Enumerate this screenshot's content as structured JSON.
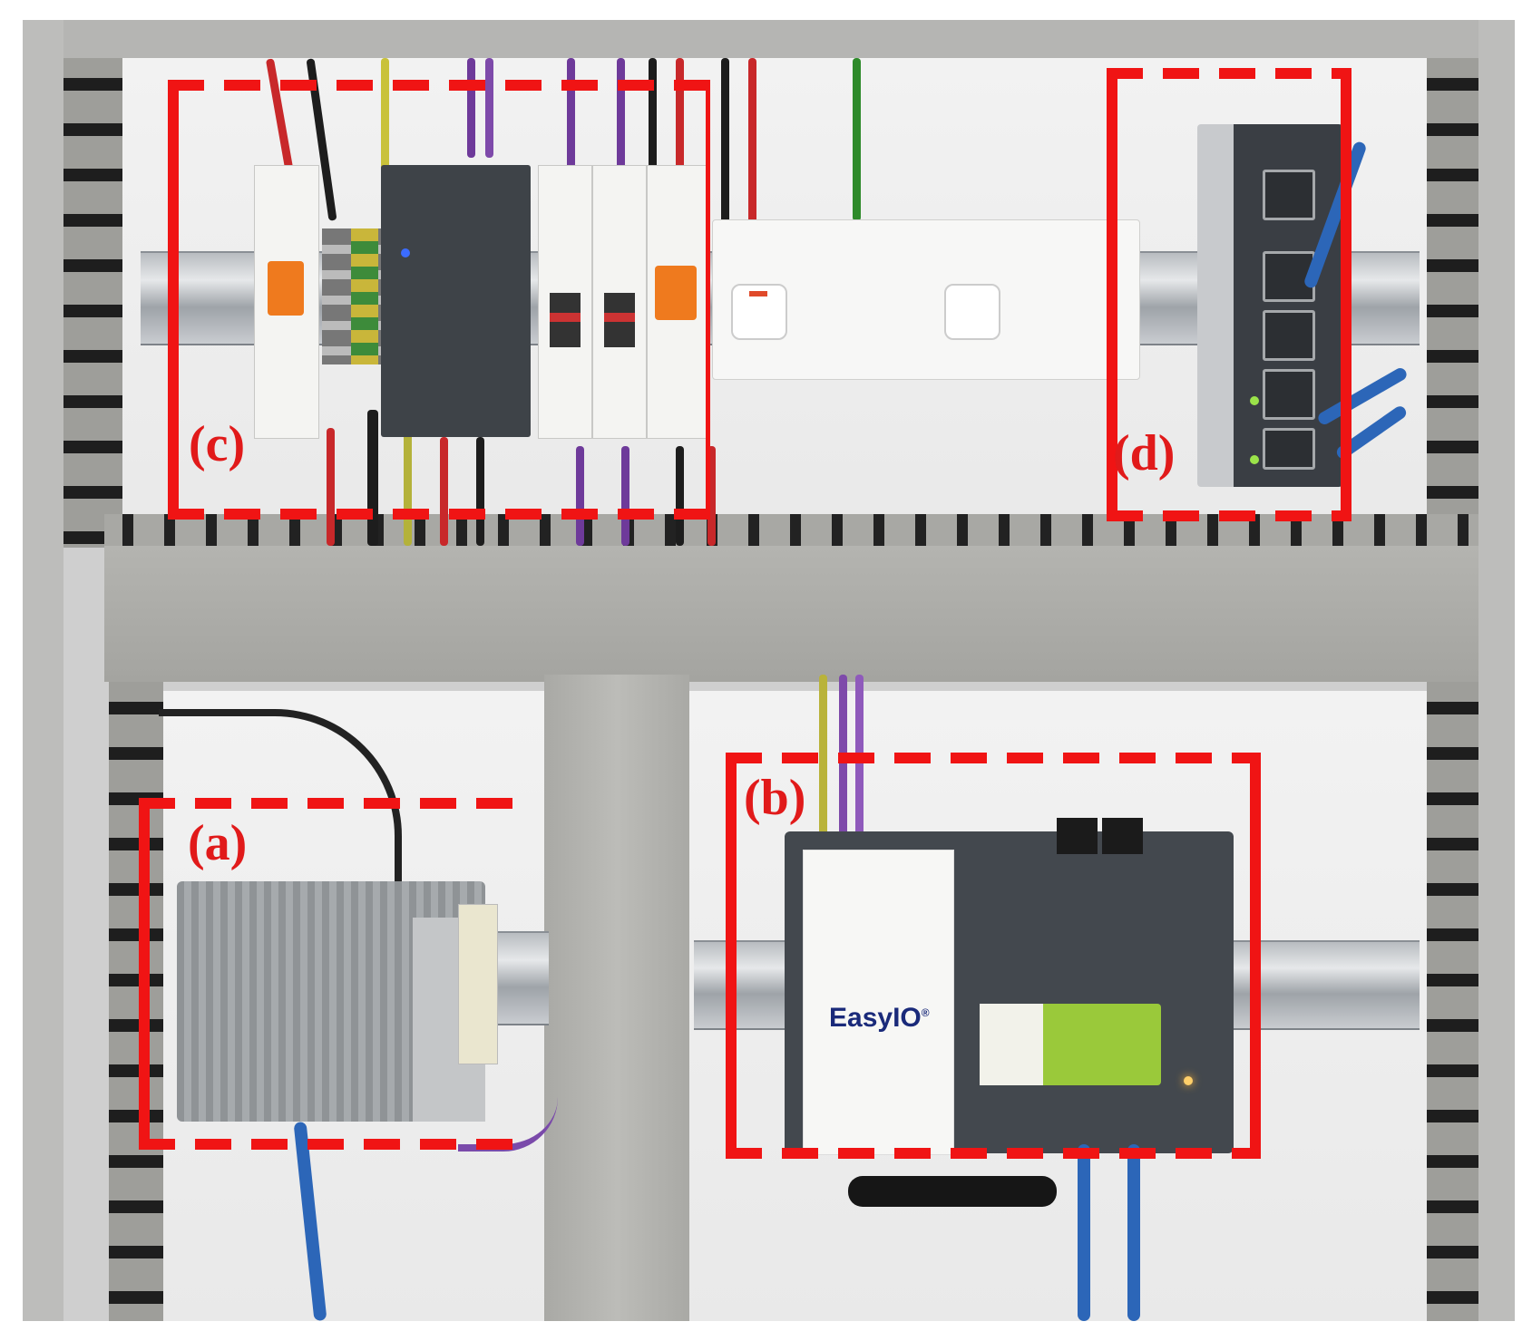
{
  "figure": {
    "labels": {
      "a": "(a)",
      "b": "(b)",
      "c": "(c)",
      "d": "(d)"
    },
    "annotation_color": "#f01414"
  },
  "devices": {
    "controller_brand": "EasyIO",
    "controller_brand_mark": "®"
  }
}
